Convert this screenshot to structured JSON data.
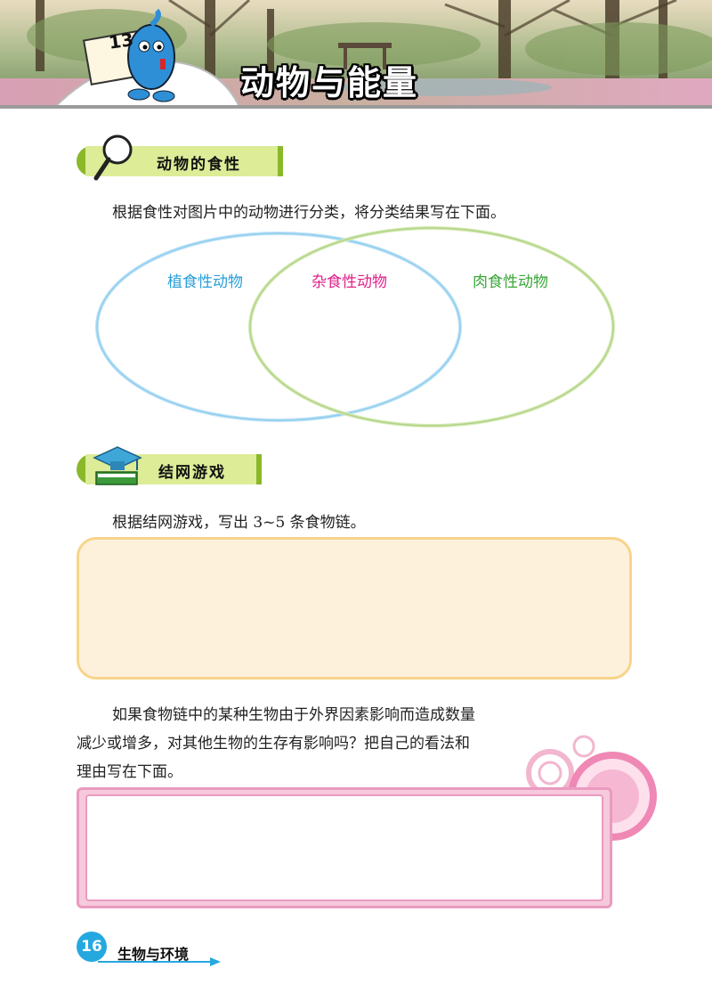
{
  "header": {
    "chapter_number": "13",
    "chapter_title": "动物与能量"
  },
  "section1": {
    "title": "动物的食性",
    "icon": "magnifier-icon",
    "instruction": "根据食性对图片中的动物进行分类，将分类结果写在下面。",
    "venn": {
      "left_label": "植食性动物",
      "middle_label": "杂食性动物",
      "right_label": "肉食性动物",
      "left_color": "#2a9fd8",
      "middle_color": "#e0228a",
      "right_color": "#3aa838"
    }
  },
  "section2": {
    "title": "结网游戏",
    "icon": "graduation-cap-book-icon",
    "instruction": "根据结网游戏，写出 3~5 条食物链。"
  },
  "question": {
    "line1": "如果食物链中的某种生物由于外界因素影响而造成数量",
    "line2": "减少或增多，对其他生物的生存有影响吗？把自己的看法和",
    "line3": "理由写在下面。"
  },
  "footer": {
    "page_number": "16",
    "book_title": "生物与环境"
  },
  "colors": {
    "section_bar": "#dcec97",
    "section_accent": "#8ab82a",
    "answer_box_1_fill": "#fdf1dc",
    "answer_box_1_border": "#f7d48a",
    "answer_box_2_border": "#ea9bbf",
    "page_badge": "#25a8e0"
  }
}
